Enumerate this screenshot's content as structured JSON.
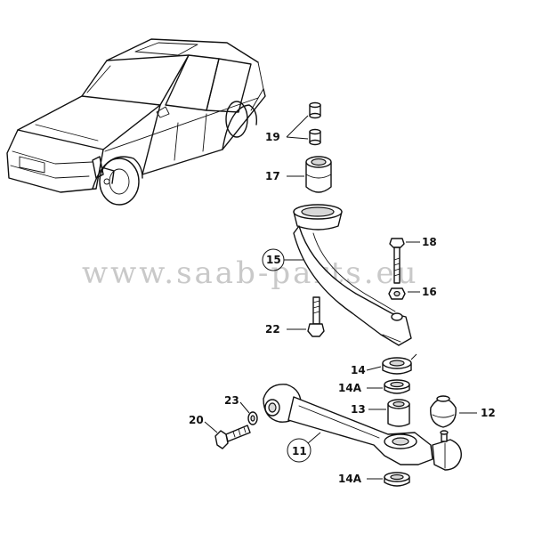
{
  "watermark": "www.saab-parts.eu",
  "callouts": {
    "c11": "11",
    "c12": "12",
    "c13": "13",
    "c14": "14",
    "c14a_top": "14A",
    "c14a_bottom": "14A",
    "c15": "15",
    "c16": "16",
    "c17": "17",
    "c18": "18",
    "c19": "19",
    "c20": "20",
    "c22": "22",
    "c23": "23"
  }
}
